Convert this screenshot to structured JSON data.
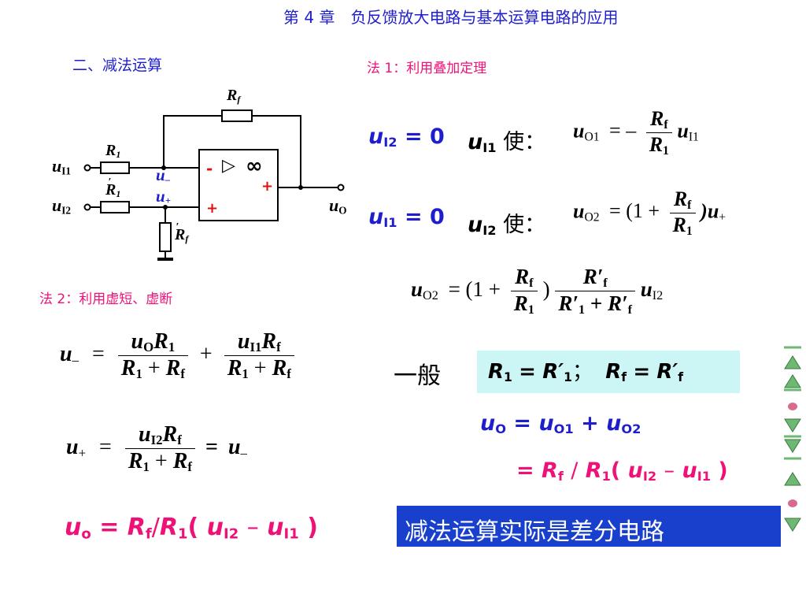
{
  "chapter_title": "第 4 章　负反馈放大电路与基本运算电路的应用",
  "section_title": "二、减法运算",
  "method1_label": "法 1：利用叠加定理",
  "method2_label": "法 2：利用虚短、虚断",
  "circuit": {
    "rf": "R",
    "rf_sub": "f",
    "r1": "R",
    "r1_sub": "1",
    "r1p": "R",
    "r1p_sub": "1",
    "rfp": "R",
    "rfp_sub": "f",
    "ui1": "u",
    "ui1_sub": "I1",
    "ui2": "u",
    "ui2_sub": "I2",
    "uminus": "u",
    "uminus_sub": "–",
    "uplus": "u",
    "uplus_sub": "+",
    "uo": "u",
    "uo_sub": "O",
    "minus_sign": "-",
    "plus_sign": "+",
    "out_plus": "+",
    "delta": "▷",
    "inf": "∞"
  },
  "case1": {
    "cond": "u",
    "cond_sub": "I2",
    "cond_eq": "= 0",
    "var": "u",
    "var_sub": "I1",
    "make": "使：",
    "out": "u",
    "out_sub": "O1",
    "eq": "= –",
    "num": "R",
    "num_sub": "f",
    "den": "R",
    "den_sub": "1",
    "tail": "u",
    "tail_sub": "I1"
  },
  "case2": {
    "cond": "u",
    "cond_sub": "I1",
    "cond_eq": "= 0",
    "var": "u",
    "var_sub": "I2",
    "make": "使：",
    "out": "u",
    "out_sub": "O2",
    "eq": "= (1 +",
    "num": "R",
    "num_sub": "f",
    "den": "R",
    "den_sub": "1",
    "tail": ")u",
    "tail_sub": "+"
  },
  "case2b": {
    "out": "u",
    "out_sub": "O2",
    "eq": "= (1 +",
    "num1": "R",
    "num1_sub": "f",
    "den1": "R",
    "den1_sub": "1",
    "mid": ")",
    "num2": "R′",
    "num2_sub": "f",
    "den2a": "R′",
    "den2a_sub": "1",
    "den2plus": "+",
    "den2b": "R′",
    "den2b_sub": "f",
    "tail": "u",
    "tail_sub": "I2"
  },
  "eq_minus": {
    "lhs": "u",
    "lhs_sub": "–",
    "eq": "=",
    "n1a": "u",
    "n1a_sub": "O",
    "n1b": "R",
    "n1b_sub": "1",
    "d1": "R",
    "d1_sub": "1",
    "d1plus": "+",
    "d1b": "R",
    "d1b_sub": "f",
    "plus": "+",
    "n2a": "u",
    "n2a_sub": "I1",
    "n2b": "R",
    "n2b_sub": "f",
    "d2": "R",
    "d2_sub": "1",
    "d2plus": "+",
    "d2b": "R",
    "d2b_sub": "f"
  },
  "eq_plus": {
    "lhs": "u",
    "lhs_sub": "+",
    "eq": "=",
    "na": "u",
    "na_sub": "I2",
    "nb": "R",
    "nb_sub": "f",
    "d": "R",
    "d_sub": "1",
    "dplus": "+",
    "db": "R",
    "db_sub": "f",
    "tail_eq": "=",
    "tail": "u",
    "tail_sub": "–"
  },
  "general_label": "一般",
  "general_box": {
    "a": "R",
    "a_sub": "1",
    "a_eq": "=",
    "b": "R′",
    "b_sub": "1",
    "semi": "；",
    "c": "R",
    "c_sub": "f",
    "c_eq": "=",
    "d": "R′",
    "d_sub": "f"
  },
  "sum_line": {
    "a": "u",
    "a_sub": "O",
    "eq": "=",
    "b": "u",
    "b_sub": "O1",
    "plus": "+",
    "c": "u",
    "c_sub": "O2"
  },
  "result_line": {
    "eq": "=",
    "a": "R",
    "a_sub": "f",
    "slash": "/",
    "b": "R",
    "b_sub": "1",
    "lp": "(",
    "c": "u",
    "c_sub": "I2",
    "minus": "–",
    "d": "u",
    "d_sub": "I1",
    "rp": ")"
  },
  "final_line": {
    "a": "u",
    "a_sub": "o",
    "eq": "=",
    "b": "R",
    "b_sub": "f",
    "slash": "/",
    "c": "R",
    "c_sub": "1",
    "lp": "(",
    "d": "u",
    "d_sub": "I2",
    "minus": "–",
    "e": "u",
    "e_sub": "I1",
    "rp": ")"
  },
  "banner": "减法运算实际是差分电路",
  "colors": {
    "blue_text": "#1e1ecc",
    "magenta_text": "#ee1177",
    "box_bg": "#ccf5f5",
    "banner_bg": "#1840cc",
    "nav_green": "#6fb873",
    "nav_pink": "#d86a8a"
  },
  "nav": [
    "first-icon",
    "up-up-icon",
    "up-icon",
    "dot-icon",
    "down-icon",
    "down-down-icon",
    "last-icon",
    "up-icon",
    "dot-icon",
    "down-icon"
  ]
}
